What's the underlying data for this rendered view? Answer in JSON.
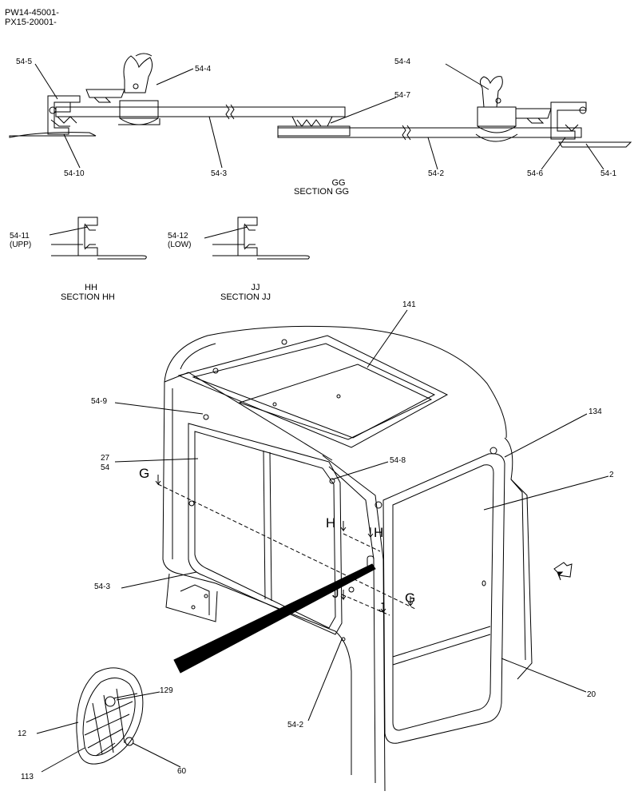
{
  "header": {
    "serial_1": "PW14-45001-",
    "serial_2": "PX15-20001-"
  },
  "sections": {
    "gg": {
      "code": "GG",
      "title": "SECTION GG"
    },
    "hh": {
      "code": "HH",
      "title": "SECTION HH"
    },
    "jj": {
      "code": "JJ",
      "title": "SECTION JJ"
    }
  },
  "labels": {
    "p54_5": "54-5",
    "p54_4_left": "54-4",
    "p54_4_right": "54-4",
    "p54_7": "54-7",
    "p54_10": "54-10",
    "p54_3_top": "54-3",
    "p54_2_top": "54-2",
    "p54_6": "54-6",
    "p54_1": "54-1",
    "p54_11": "54-11",
    "p54_11_note": "(UPP)",
    "p54_12": "54-12",
    "p54_12_note": "(LOW)",
    "p141": "141",
    "p54_9": "54-9",
    "p134": "134",
    "p27": "27",
    "p54": "54",
    "p54_8": "54-8",
    "p2": "2",
    "p54_3_main": "54-3",
    "p20": "20",
    "p54_2_main": "54-2",
    "p129": "129",
    "p12": "12",
    "p113": "113",
    "p60": "60"
  },
  "section_markers": {
    "g_left": "G",
    "g_right": "G",
    "h_left": "H",
    "h_right": "H",
    "j_left": "J",
    "j_right": "J"
  },
  "icons": [
    "view-direction-arrow-icon",
    "large-direction-arrow"
  ]
}
